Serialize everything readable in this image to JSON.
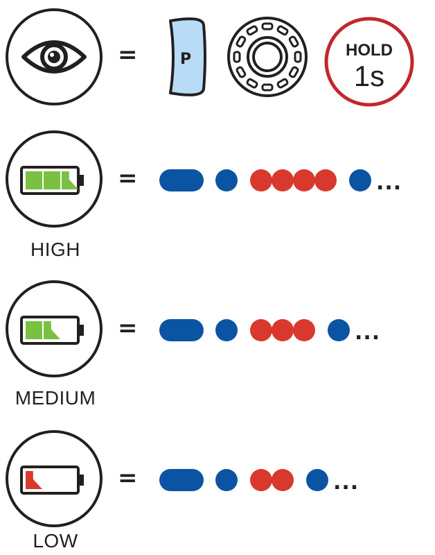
{
  "header_row": {
    "equals": "=",
    "p_button_label": "P",
    "hold_badge": {
      "top": "HOLD",
      "bottom": "1s"
    }
  },
  "rows": [
    {
      "level": "HIGH",
      "equals": "=",
      "ellipsis": "...",
      "sequence": [
        "blue-long",
        "blue",
        "red",
        "red",
        "red",
        "red",
        "blue"
      ]
    },
    {
      "level": "MEDIUM",
      "equals": "=",
      "ellipsis": "...",
      "sequence": [
        "blue-long",
        "blue",
        "red",
        "red",
        "red",
        "blue"
      ]
    },
    {
      "level": "LOW",
      "equals": "=",
      "ellipsis": "...",
      "sequence": [
        "blue-long",
        "blue",
        "red",
        "red",
        "blue"
      ]
    }
  ],
  "colors": {
    "blue": "#0b54a4",
    "red": "#d8392c",
    "green": "#7ac043",
    "low_red": "#d8392c",
    "button_fill": "#b9dcf6",
    "hold_ring": "#c1272d",
    "ink": "#231f20"
  }
}
